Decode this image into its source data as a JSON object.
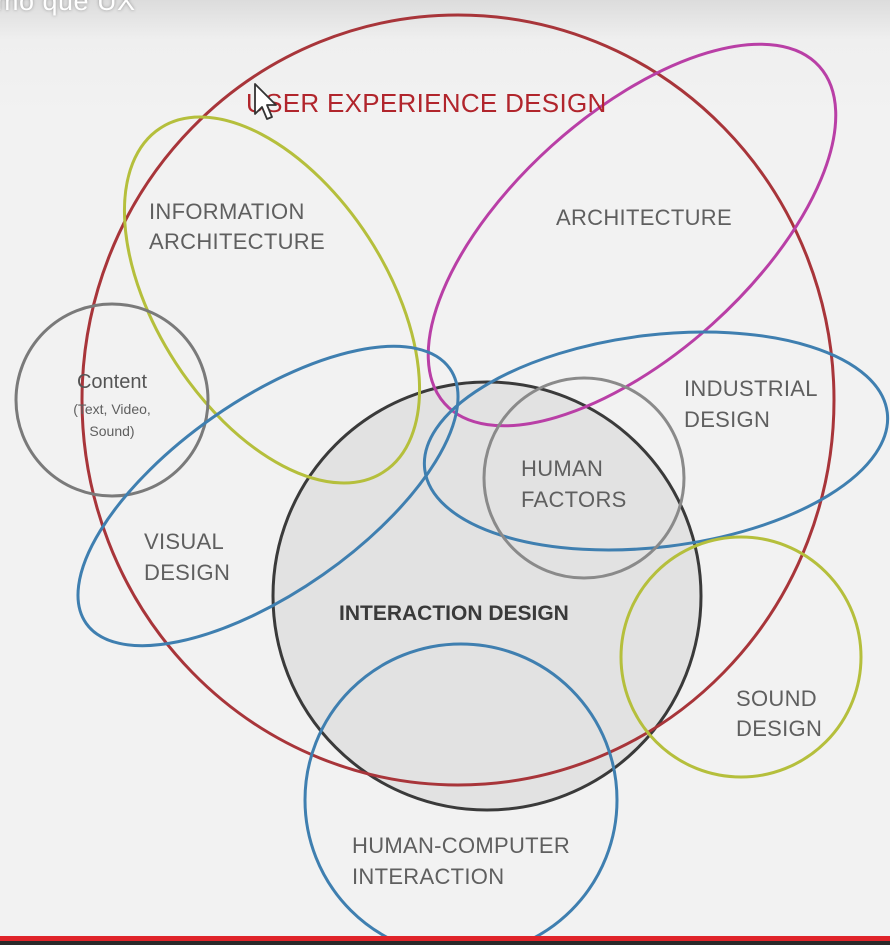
{
  "caption": "mo que UX",
  "diagram": {
    "ux_title": "USER EXPERIENCE DESIGN",
    "information_architecture": [
      "INFORMATION",
      "ARCHITECTURE"
    ],
    "architecture": "ARCHITECTURE",
    "content": {
      "title": "Content",
      "sub1": "(Text, Video,",
      "sub2": "Sound)"
    },
    "industrial_design": [
      "INDUSTRIAL",
      "DESIGN"
    ],
    "human_factors": [
      "HUMAN",
      "FACTORS"
    ],
    "visual_design": [
      "VISUAL",
      "DESIGN"
    ],
    "interaction_design": "INTERACTION DESIGN",
    "sound_design": [
      "SOUND",
      "DESIGN"
    ],
    "hci": [
      "HUMAN-COMPUTER",
      "INTERACTION"
    ]
  },
  "colors": {
    "ux": "#a8353a",
    "information_architecture": "#b5bf3c",
    "architecture": "#b93fa6",
    "content": "#7a7a7a",
    "industrial_design": "#3f7fb0",
    "visual_design": "#3f7fb0",
    "human_factors": "#8a8a8a",
    "interaction_design": "#3a3a3a",
    "sound_design": "#b5bf3c",
    "hci": "#3f7fb0",
    "video_progress": "#e0242a"
  },
  "video_progress": 1.0
}
